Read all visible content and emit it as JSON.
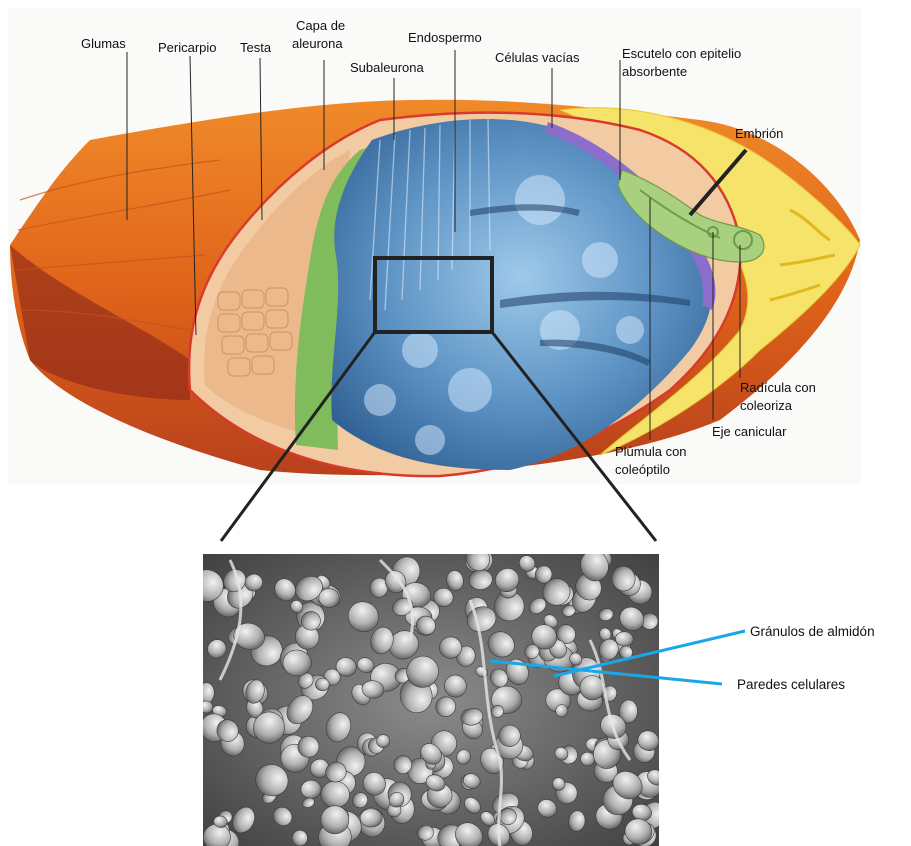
{
  "seed_labels": {
    "glumas": "Glumas",
    "pericarpio": "Pericarpio",
    "testa": "Testa",
    "capa_de_aleurona_line1": "Capa de",
    "capa_de_aleurona_line2": "aleurona",
    "subaleurona": "Subaleurona",
    "endospermo": "Endospermo",
    "celulas_vacias": "Células vacías",
    "escutelo_line1": "Escutelo con epitelio",
    "escutelo_line2": "absorbente",
    "embrion": "Embrión",
    "radicula_line1": "Radícula con",
    "radicula_line2": "coleoriza",
    "eje_canicular": "Eje canicular",
    "plumula_line1": "Plúmula con",
    "plumula_line2": "coleóptilo"
  },
  "micrograph_labels": {
    "granulos": "Gránulos de almidón",
    "paredes": "Paredes celulares"
  },
  "colors": {
    "glume": "#e06a1c",
    "glume_dark": "#a8321a",
    "pericarp": "#f2c8a0",
    "testa": "#e9b98a",
    "aleurone": "#7fba5a",
    "endosperm": "#5d93c4",
    "scutellum_band": "#8a6bc8",
    "embryo": "#a8cf80",
    "yellow_tissue": "#f3e05a",
    "pointer_blue": "#1aa7e8"
  }
}
